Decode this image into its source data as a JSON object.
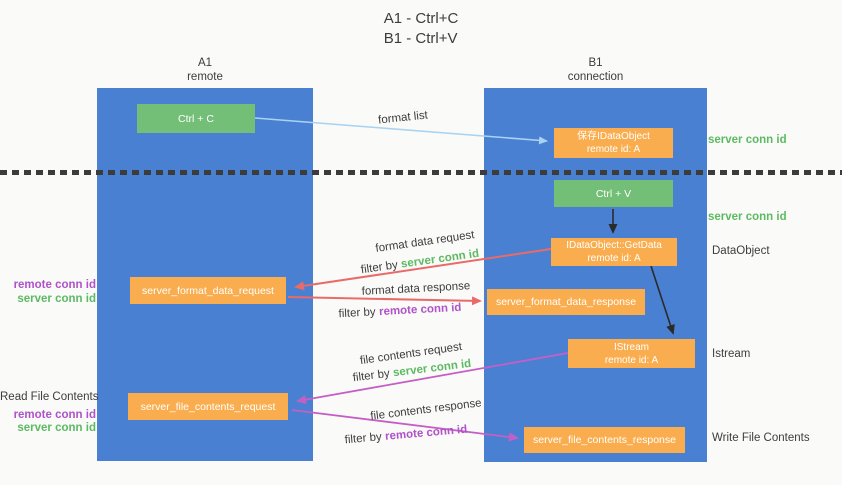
{
  "title": {
    "line1": "A1 - Ctrl+C",
    "line2": "B1 - Ctrl+V"
  },
  "columns": {
    "a1": {
      "name": "A1",
      "subtitle": "remote"
    },
    "b1": {
      "name": "B1",
      "subtitle": "connection"
    }
  },
  "nodes": {
    "ctrl_c": "Ctrl + C",
    "save_dataobject": {
      "line1": "保存IDataObject",
      "line2": "remote id: A"
    },
    "ctrl_v": "Ctrl + V",
    "getdata": {
      "line1": "IDataObject::GetData",
      "line2": "remote id: A"
    },
    "format_request": "server_format_data_request",
    "format_response": "server_format_data_response",
    "istream": {
      "line1": "IStream",
      "line2": "remote id: A"
    },
    "file_request": "server_file_contents_request",
    "file_response": "server_file_contents_response"
  },
  "arrow_labels": {
    "format_list": "format list",
    "format_data_request": "format data request",
    "format_data_response": "format data response",
    "file_contents_request": "file contents request",
    "file_contents_response": "file contents response",
    "filter_by": "filter by",
    "server_conn_id": "server conn id",
    "remote_conn_id": "remote conn id"
  },
  "side_labels": {
    "server_conn_id_top": "server conn id",
    "server_conn_id_mid": "server conn id",
    "dataobject": "DataObject",
    "istream": "Istream",
    "read_file_contents": "Read File Contents",
    "write_file_contents": "Write File Contents",
    "remote_conn_id": "remote conn id",
    "server_conn_id": "server conn id"
  },
  "colors": {
    "background": "#fafaf9",
    "column_blue": "#4a80d2",
    "node_green": "#74bf77",
    "node_orange": "#f9ad4e",
    "arrow_blue": "#a9d3f2",
    "arrow_red": "#e96b68",
    "arrow_purple": "#c55fc5",
    "arrow_black": "#2b2b2b",
    "text_green": "#5cba62",
    "text_purple": "#b052c8",
    "text_dark": "#3d3d3d"
  }
}
